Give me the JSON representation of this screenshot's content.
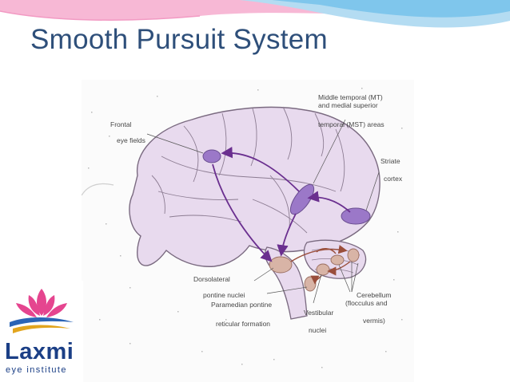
{
  "slide": {
    "title": "Smooth Pursuit System"
  },
  "diagram": {
    "labels": {
      "frontal_eye_fields_1": "Frontal",
      "frontal_eye_fields_2": "eye fields",
      "mt_mst_1": "Middle temporal (MT)",
      "mt_mst_2": "and medial superior",
      "mt_mst_3": "temporal (MST) areas",
      "striate_1": "Striate",
      "striate_2": "cortex",
      "dorsolateral_1": "Dorsolateral",
      "dorsolateral_2": "pontine nuclei",
      "pprf_1": "Paramedian pontine",
      "pprf_2": "reticular formation",
      "vestibular_1": "Vestibular",
      "vestibular_2": "nuclei",
      "cerebellum_1": "Cerebellum",
      "cerebellum_2": "(flocculus and",
      "cerebellum_3": "vermis)"
    },
    "colors": {
      "brain_fill": "#e8daee",
      "brain_outline": "#7a6a80",
      "cortical_area": "#9b78c8",
      "cortical_pathway": "#6a2f8f",
      "brainstem_area": "#d8b4a6",
      "brainstem_pathway": "#9a4e3b"
    }
  },
  "logo": {
    "name": "Laxmi",
    "tagline": "eye institute",
    "colors": {
      "petals": "#e5458f",
      "waves_blue": "#2b64b5",
      "waves_gold": "#e2a51e",
      "text": "#1b3f86"
    }
  },
  "theme": {
    "swoosh_pink": "#f7b8d5",
    "swoosh_blue": "#7fc6ec",
    "title_color": "#2e4f7a"
  }
}
